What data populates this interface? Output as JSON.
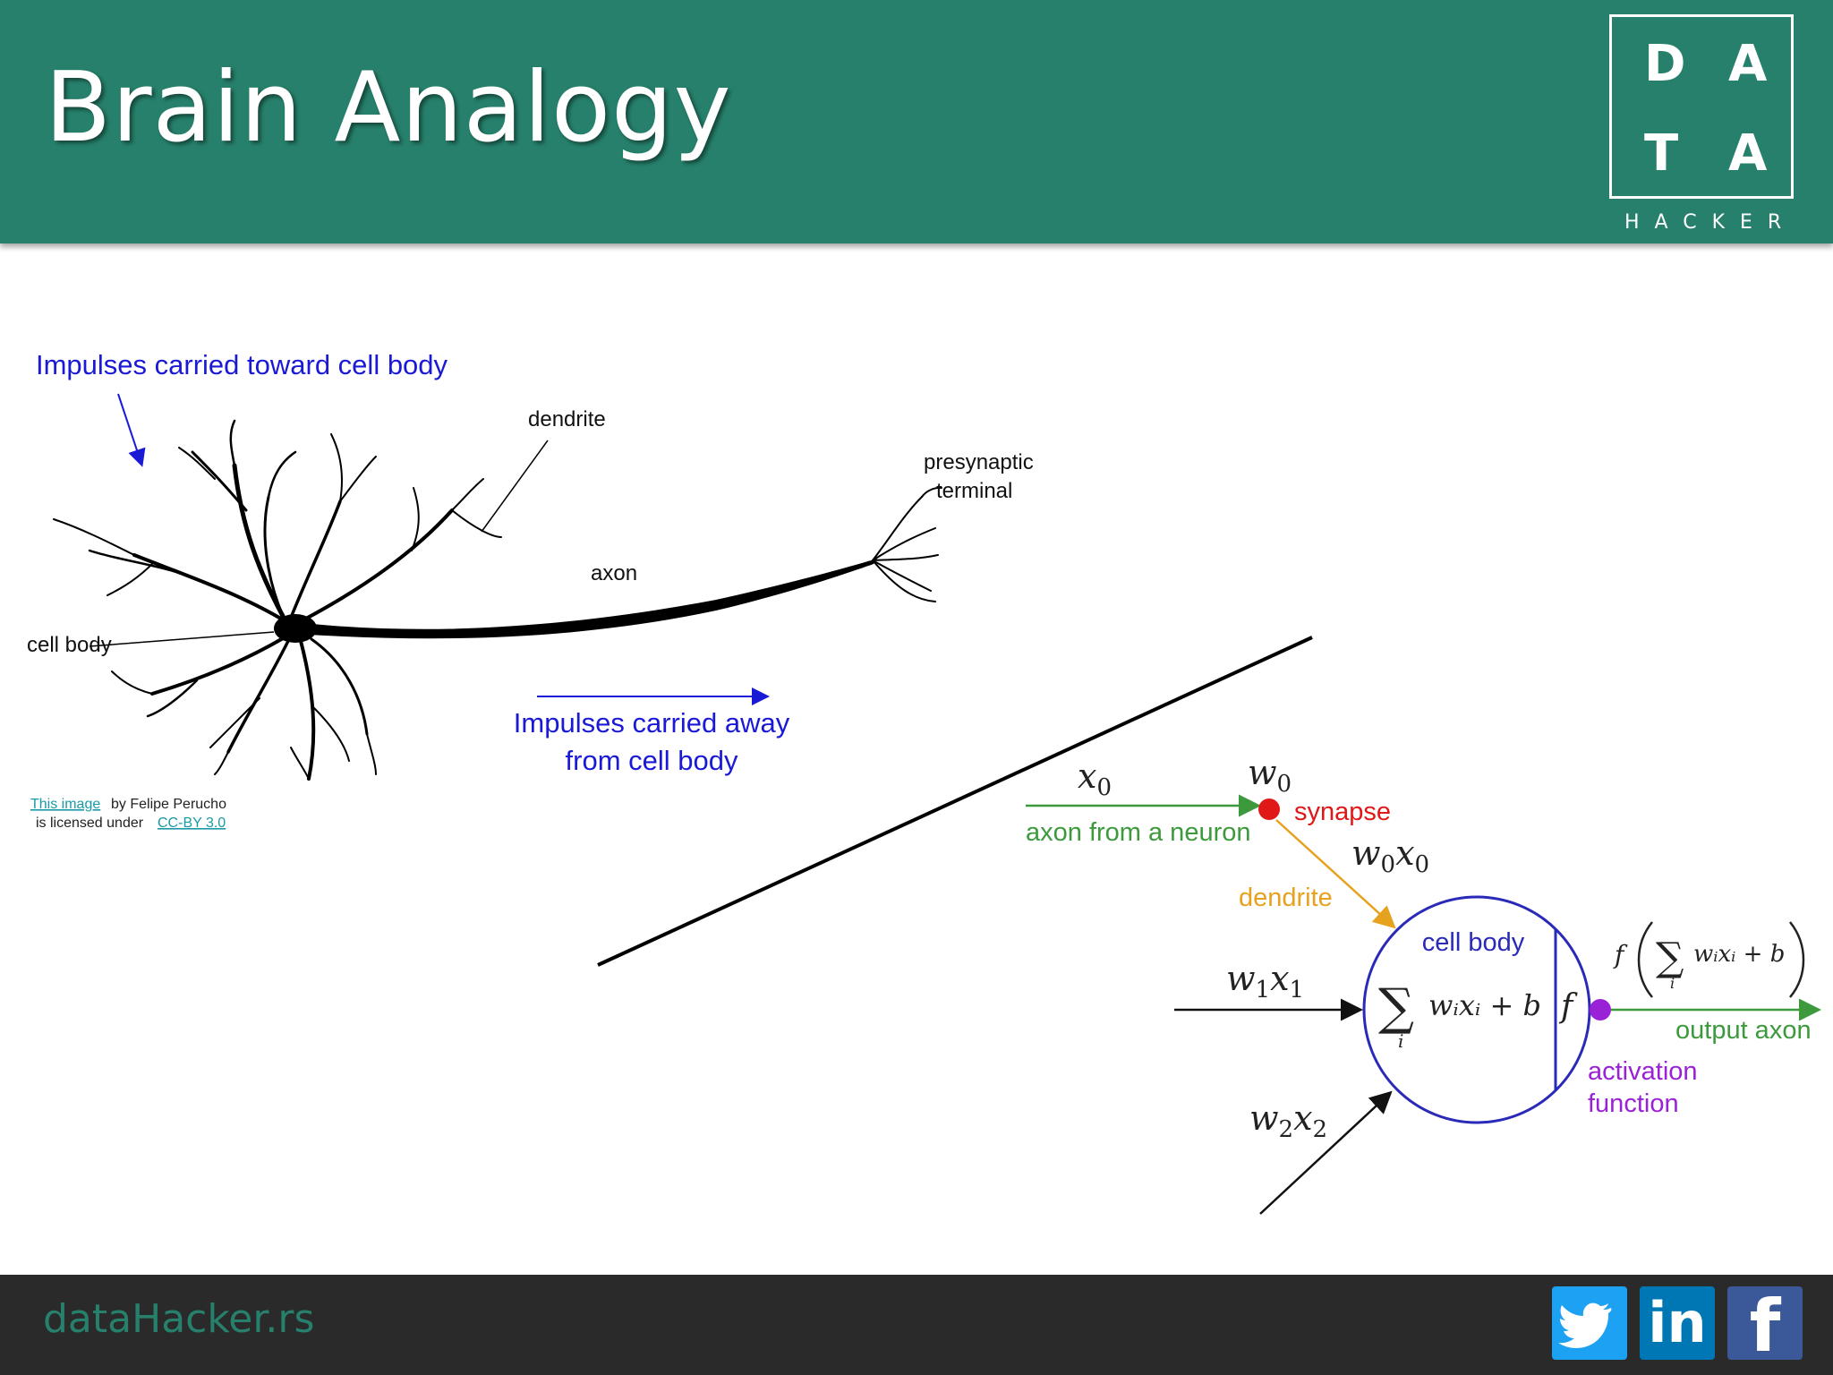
{
  "header": {
    "title": "Brain Analogy"
  },
  "logo": {
    "letters": [
      "D",
      "A",
      "T",
      "A"
    ],
    "subtitle": "HACKER"
  },
  "bio_neuron": {
    "impulses_toward": "Impulses carried toward cell body",
    "dendrite": "dendrite",
    "presynaptic_line1": "presynaptic",
    "presynaptic_line2": "terminal",
    "axon": "axon",
    "cell_body": "cell body",
    "impulses_away_line1": "Impulses carried away",
    "impulses_away_line2": "from cell body",
    "credit_link": "This image",
    "credit_by": "by Felipe Perucho",
    "credit_licensed": "is licensed under",
    "credit_license": "CC-BY 3.0"
  },
  "math_neuron": {
    "x0": "x",
    "x0_sub": "0",
    "w0": "w",
    "w0_sub": "0",
    "synapse": "synapse",
    "axon_from": "axon from a neuron",
    "w0x0_a": "w",
    "w0x0_b": "0",
    "w0x0_c": "x",
    "w0x0_d": "0",
    "dendrite": "dendrite",
    "cell_body": "cell body",
    "w1x1_a": "w",
    "w1x1_b": "1",
    "w1x1_c": "x",
    "w1x1_d": "1",
    "sum_sym": "∑",
    "sum_index": "i",
    "sum_expr": "wᵢxᵢ + b",
    "f_symbol": "f",
    "output_f": "f",
    "output_sum": "∑",
    "output_index": "i",
    "output_expr": "wᵢxᵢ + b",
    "output_axon": "output axon",
    "activation_line1": "activation",
    "activation_line2": "function",
    "w2x2_a": "w",
    "w2x2_b": "2",
    "w2x2_c": "x",
    "w2x2_d": "2"
  },
  "footer": {
    "site": "dataHacker.rs"
  },
  "colors": {
    "brand_green": "#26806b",
    "footer_bg": "#2a2a2a",
    "annotation_blue": "#1a1ad6",
    "axon_green": "#3c9a3c",
    "synapse_red": "#e01818",
    "dendrite_orange": "#e6a21e",
    "cell_blue": "#2a2ab8",
    "activation_purple": "#9a22d6"
  },
  "social": {
    "icons": [
      "twitter-icon",
      "linkedin-icon",
      "facebook-icon"
    ],
    "linkedin_glyph": "in",
    "facebook_glyph": "f"
  }
}
